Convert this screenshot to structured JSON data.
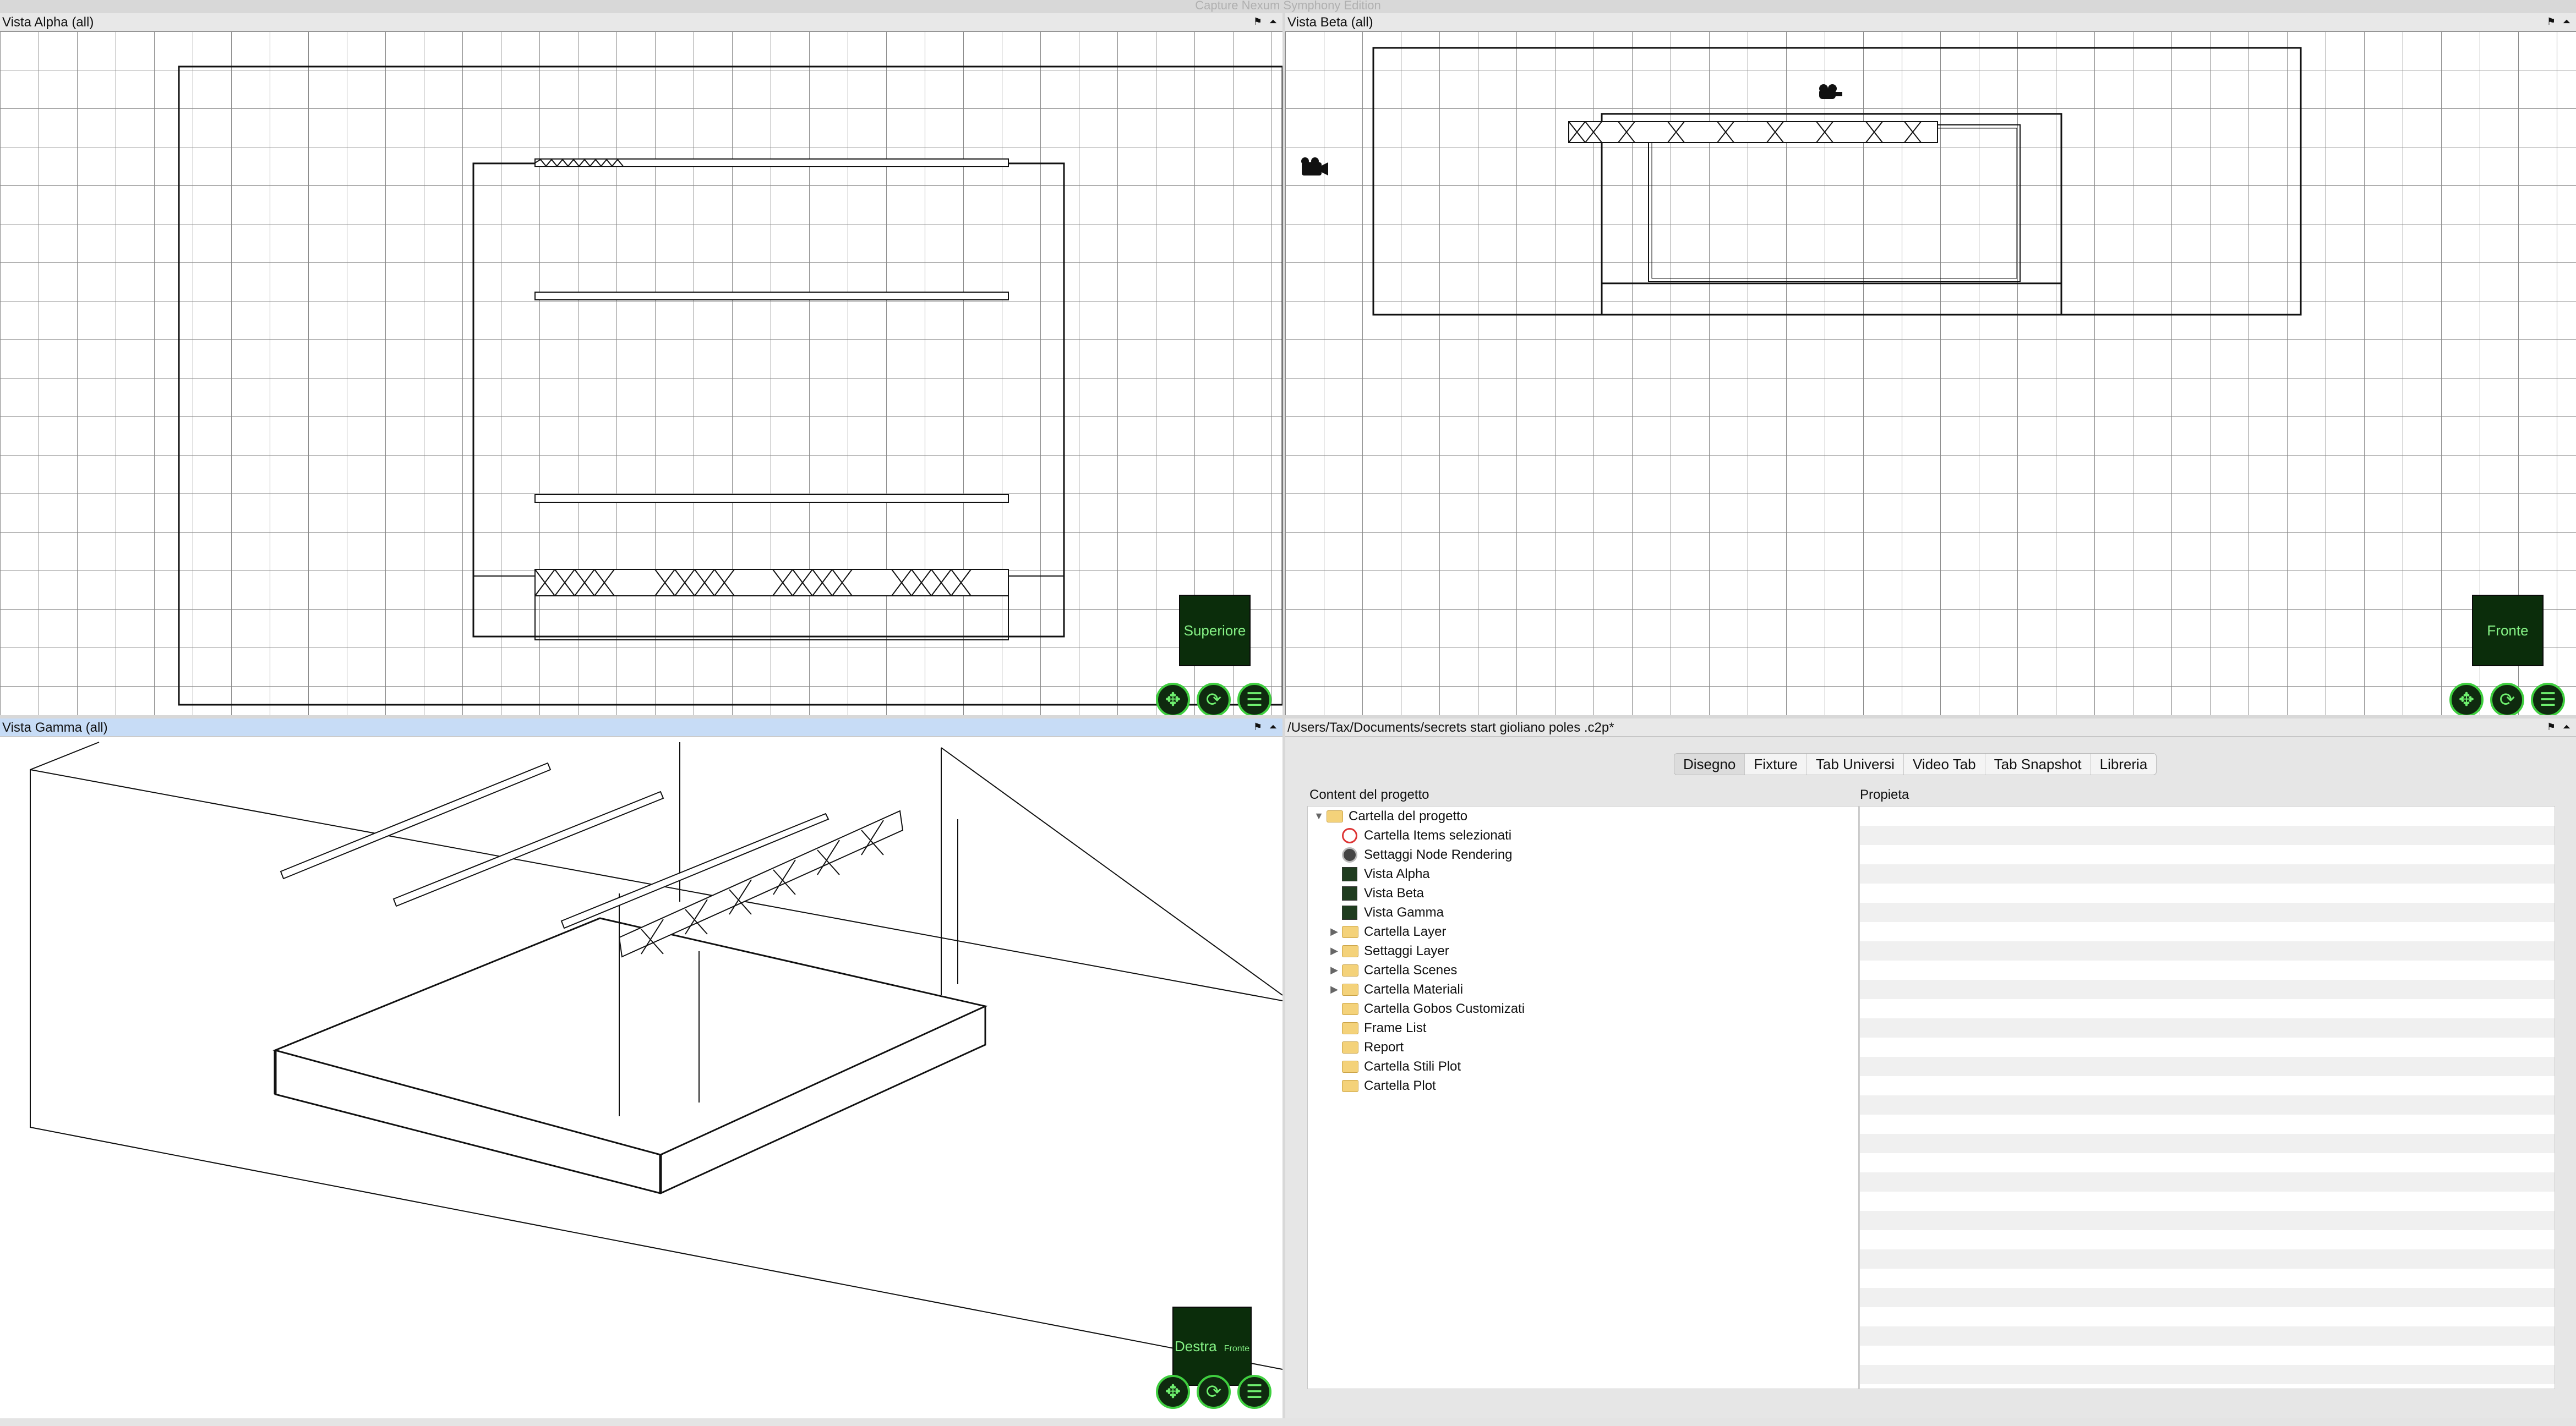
{
  "app": {
    "title": "Capture Nexum Symphony Edition"
  },
  "panes": {
    "alpha": {
      "title": "Vista Alpha  (all)",
      "cube": "Superiore"
    },
    "beta": {
      "title": "Vista Beta  (all)",
      "cube": "Fronte"
    },
    "gamma": {
      "title": "Vista Gamma  (all)",
      "cube_front": "Destra",
      "cube_side": "Fronte"
    },
    "project": {
      "title": "/Users/Tax/Documents/secrets start gioliano poles .c2p*",
      "tabs": [
        "Disegno",
        "Fixture",
        "Tab Universi",
        "Video Tab",
        "Tab Snapshot",
        "Libreria"
      ],
      "selected_tab": "Disegno",
      "tree_label": "Content del progetto",
      "props_label": "Propieta",
      "tree": [
        {
          "label": "Cartella del progetto",
          "icon": "folder-icon",
          "expanded": true
        },
        {
          "label": "Cartella Items selezionati",
          "icon": "target-icon"
        },
        {
          "label": "Settaggi Node Rendering",
          "icon": "node-icon"
        },
        {
          "label": "Vista Alpha",
          "icon": "view-icon"
        },
        {
          "label": "Vista Beta",
          "icon": "view-icon"
        },
        {
          "label": "Vista Gamma",
          "icon": "view-icon"
        },
        {
          "label": "Cartella Layer",
          "icon": "folder-icon",
          "expandable": true
        },
        {
          "label": "Settaggi Layer",
          "icon": "folder-icon",
          "expandable": true
        },
        {
          "label": "Cartella Scenes",
          "icon": "folder-icon",
          "expandable": true
        },
        {
          "label": "Cartella Materiali",
          "icon": "folder-icon",
          "expandable": true
        },
        {
          "label": "Cartella Gobos Customizati",
          "icon": "folder-icon"
        },
        {
          "label": "Frame List",
          "icon": "folder-icon"
        },
        {
          "label": "Report",
          "icon": "folder-icon"
        },
        {
          "label": "Cartella Stili Plot",
          "icon": "folder-icon"
        },
        {
          "label": "Cartella Plot",
          "icon": "folder-icon"
        }
      ]
    }
  },
  "nav_icons": [
    "move-icon",
    "orbit-icon",
    "menu-icon"
  ],
  "colors": {
    "accent_green": "#3fcf3f",
    "cube_bg": "#0b2d0b",
    "active_header": "#c7dcf6"
  }
}
